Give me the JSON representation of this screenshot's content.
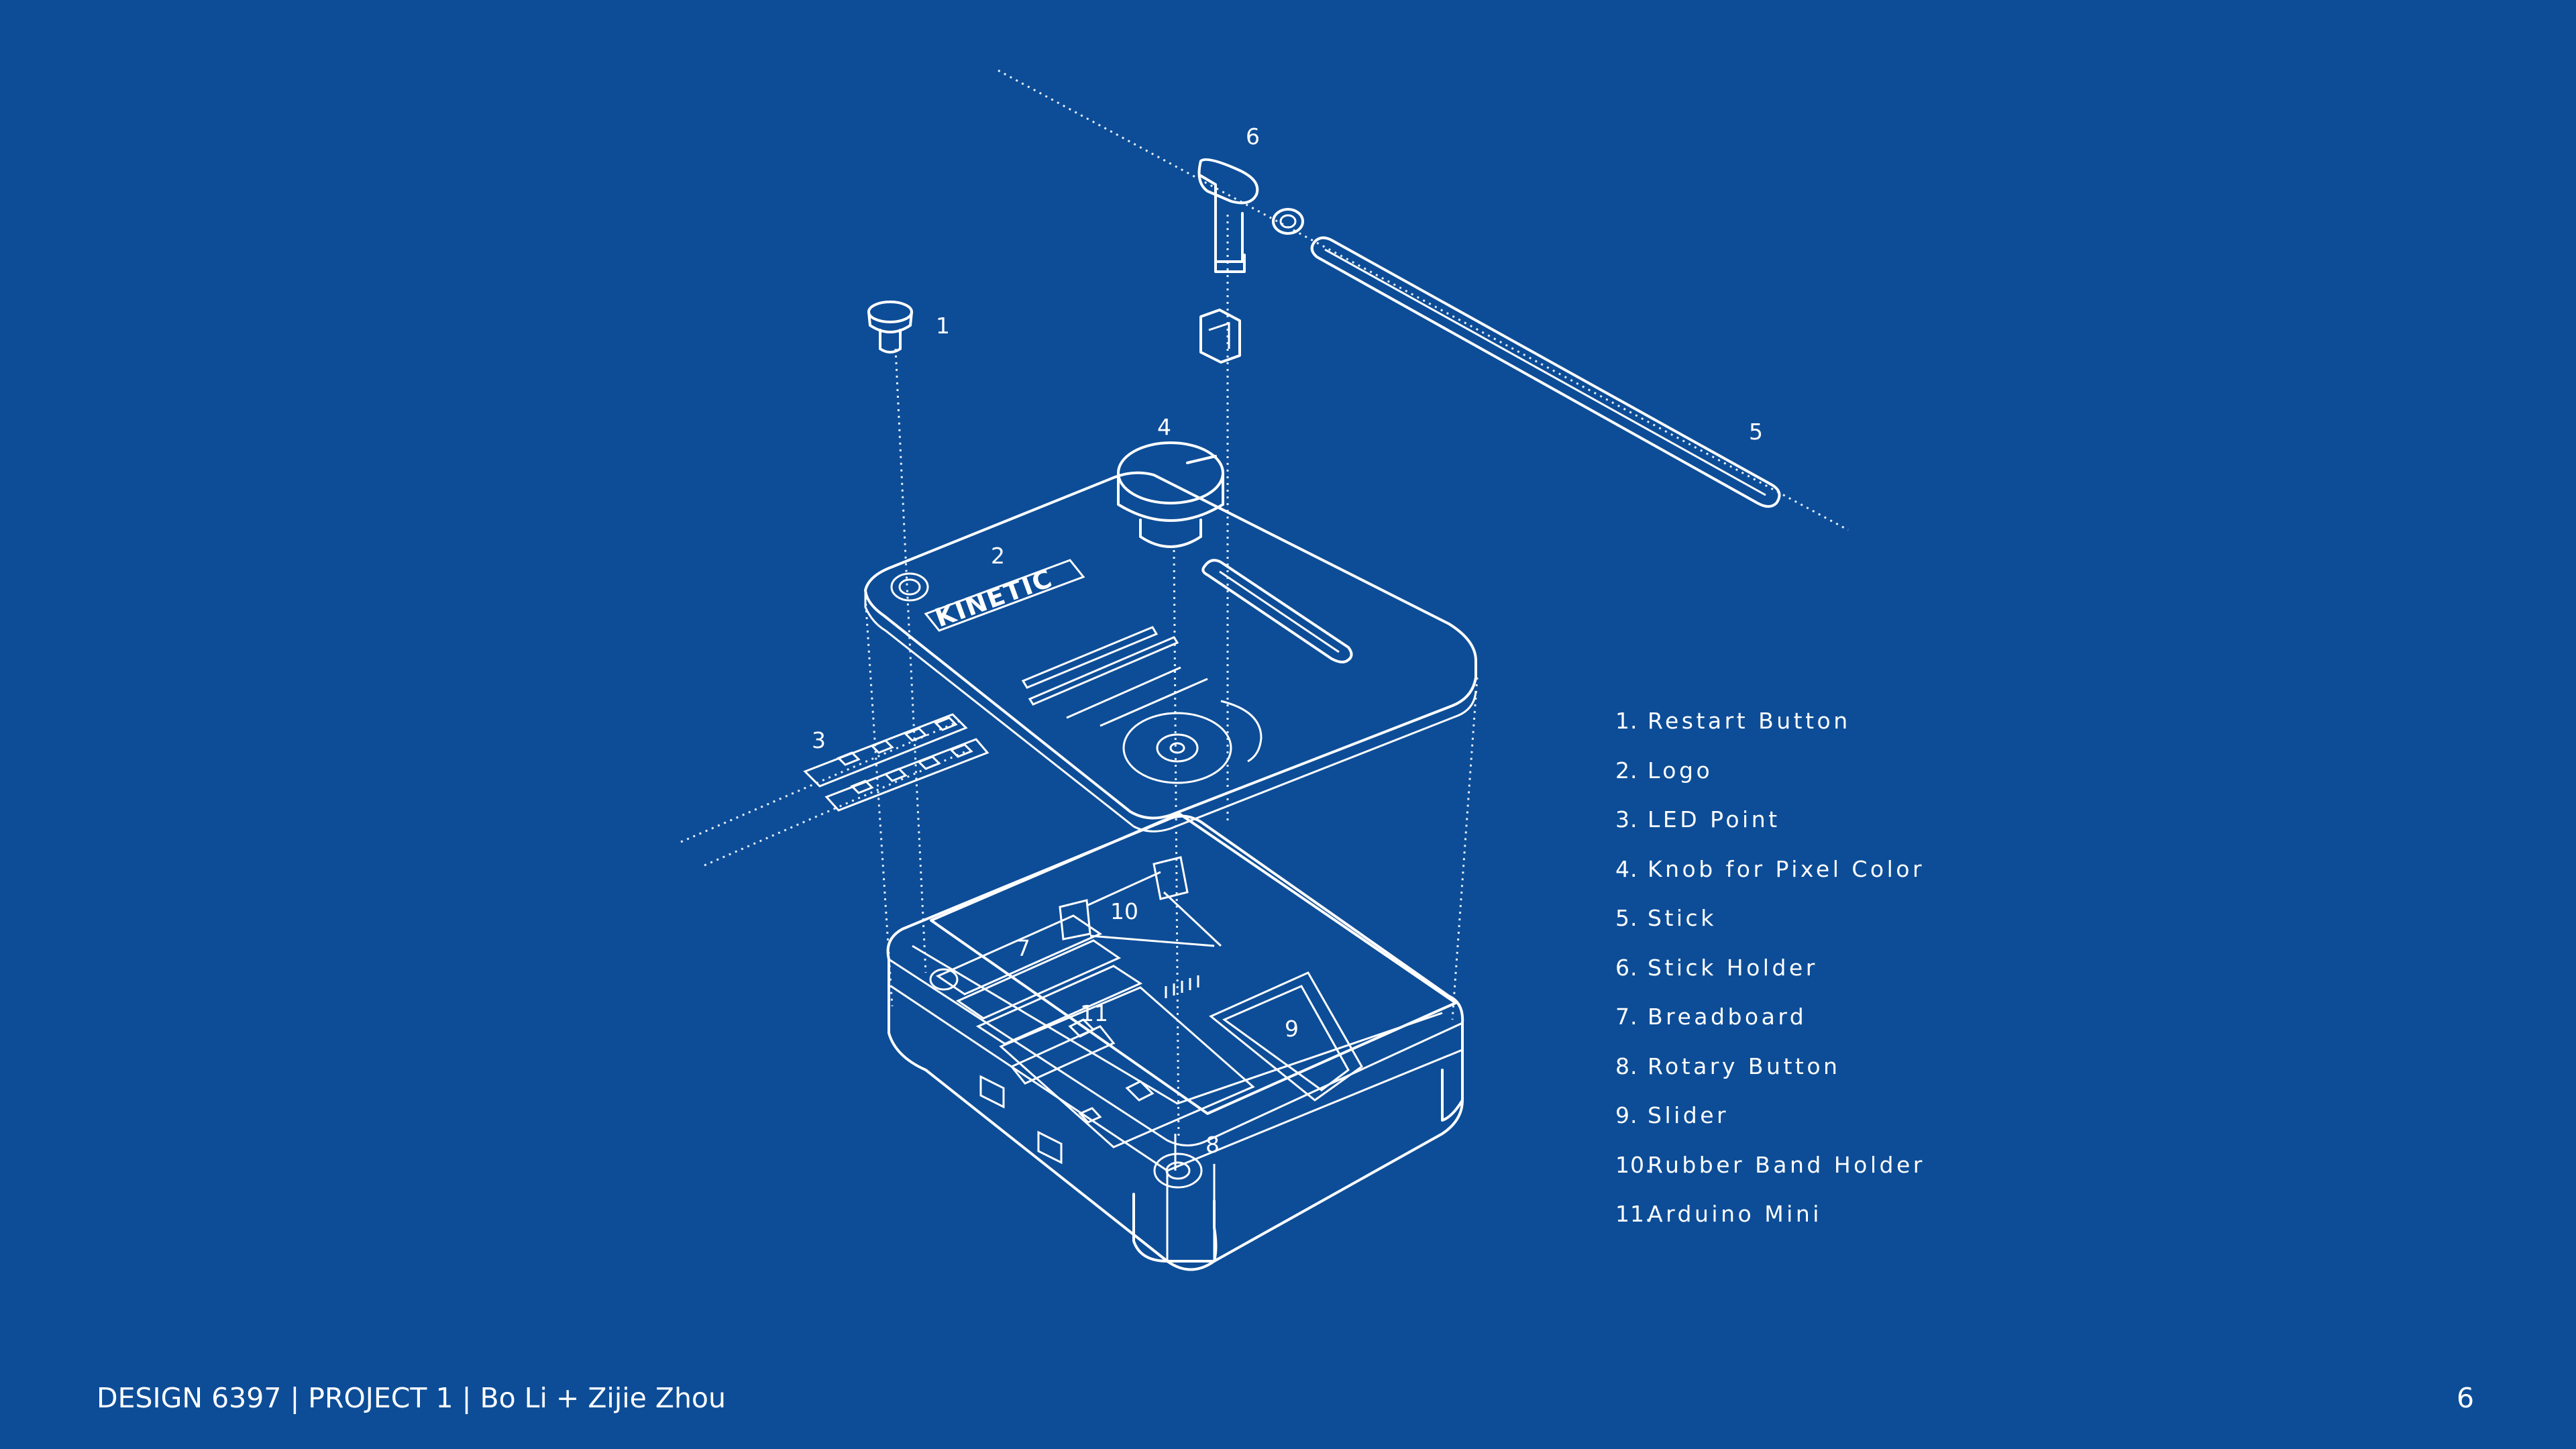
{
  "callouts": {
    "n1": "1",
    "n2": "2",
    "n3": "3",
    "n4": "4",
    "n5": "5",
    "n6": "6",
    "n7": "7",
    "n8": "8",
    "n9": "9",
    "n10": "10",
    "n11": "11"
  },
  "logo_text": "KINETIC",
  "legend": [
    {
      "number": "1.",
      "label": "Restart Button"
    },
    {
      "number": "2.",
      "label": "Logo"
    },
    {
      "number": "3.",
      "label": "LED Point"
    },
    {
      "number": "4.",
      "label": "Knob for Pixel Color"
    },
    {
      "number": "5.",
      "label": "Stick"
    },
    {
      "number": "6.",
      "label": "Stick Holder"
    },
    {
      "number": "7.",
      "label": "Breadboard"
    },
    {
      "number": "8.",
      "label": "Rotary Button"
    },
    {
      "number": "9.",
      "label": "Slider"
    },
    {
      "number": "10.",
      "label": "Rubber Band Holder"
    },
    {
      "number": "11.",
      "label": "Arduino Mini"
    }
  ],
  "footer": {
    "credit": "DESIGN 6397 | PROJECT 1 | Bo Li + Zijie Zhou",
    "page_number": "6"
  },
  "colors": {
    "background": "#0d4d97",
    "linework": "#ffffff"
  }
}
